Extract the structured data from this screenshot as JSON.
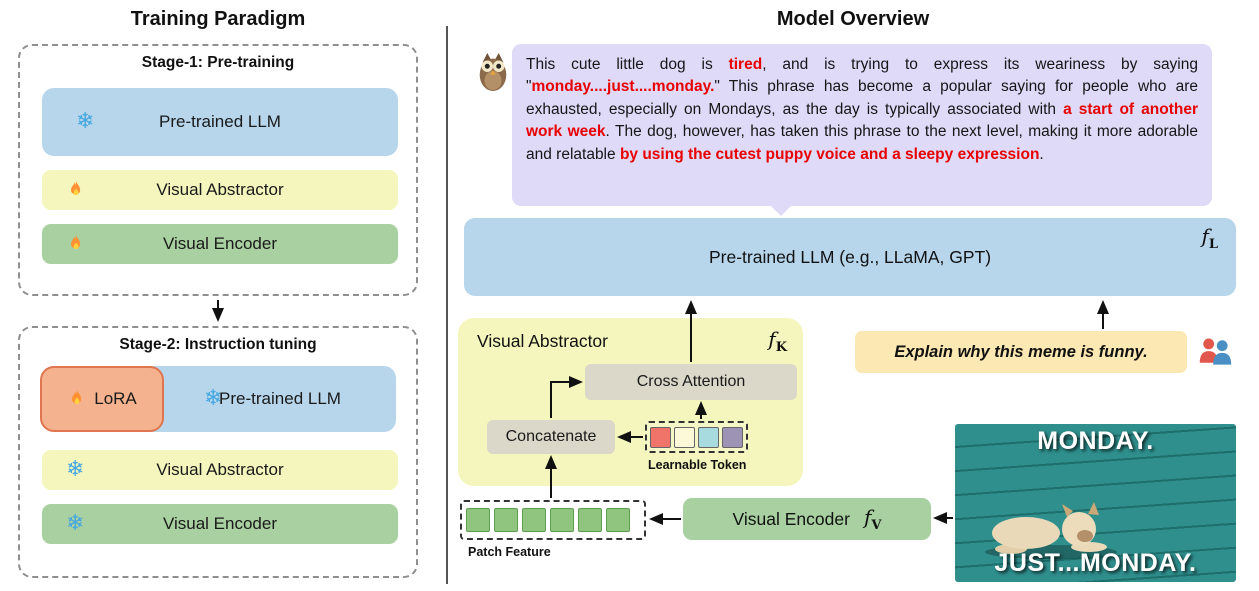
{
  "left": {
    "title": "Training Paradigm",
    "stage1_title": "Stage-1: Pre-training",
    "stage1_llm": "Pre-trained LLM",
    "stage1_abstractor": "Visual Abstractor",
    "stage1_encoder": "Visual Encoder",
    "stage2_title": "Stage-2: Instruction tuning",
    "stage2_lora": "LoRA",
    "stage2_llm": "Pre-trained LLM",
    "stage2_abstractor": "Visual Abstractor",
    "stage2_encoder": "Visual Encoder"
  },
  "right": {
    "title": "Model Overview",
    "bubble_segments": [
      {
        "text": "This cute little dog is ",
        "red": false
      },
      {
        "text": "tired",
        "red": true
      },
      {
        "text": ", and is trying to express its weariness by saying \"",
        "red": false
      },
      {
        "text": "monday....just....monday.",
        "red": true
      },
      {
        "text": "\" This phrase has become a popular saying for people who are exhausted, especially on Mondays, as the day is typically associated with ",
        "red": false
      },
      {
        "text": "a start of another work week",
        "red": true
      },
      {
        "text": ". The dog, however, has taken this phrase to the next level, making it more adorable and relatable ",
        "red": false
      },
      {
        "text": "by using the cutest puppy voice and a sleepy expression",
        "red": true
      },
      {
        "text": ".",
        "red": false
      }
    ],
    "llm_label": "Pre-trained LLM (e.g., LLaMA, GPT)",
    "abstractor_label": "Visual Abstractor",
    "cross_attention": "Cross Attention",
    "concatenate": "Concatenate",
    "learnable_token_label": "Learnable Token",
    "token_colors": [
      "#f0746a",
      "#fcf9d8",
      "#a8dbe0",
      "#9d93b5"
    ],
    "patch_label": "Patch Feature",
    "patch_count": 6,
    "encoder_label": "Visual Encoder",
    "instruction": "Explain why this meme is funny.",
    "meme_top": "MONDAY.",
    "meme_bottom": "JUST...MONDAY.",
    "math": {
      "llm": {
        "base": "f",
        "sub": "L"
      },
      "abstractor": {
        "base": "f",
        "sub": "K"
      },
      "encoder": {
        "base": "f",
        "sub": "V"
      }
    }
  },
  "icons": {
    "snowflake": "❄",
    "fire": "flame-shape",
    "owl": "owl-shape",
    "people": "two-people-shape"
  },
  "colors": {
    "llm_blue": "#b7d6ec",
    "abstractor_yellow": "#f5f6bd",
    "encoder_green": "#a8d0a0",
    "lora_orange": "#f5b28e",
    "bubble_lavender": "#dedaf8",
    "instruction_cream": "#fce8b2",
    "op_gray": "#dbd7c9",
    "highlight_red": "#e80000",
    "patch_green": "#8fc57e",
    "meme_teal": "#2f8f8d"
  }
}
